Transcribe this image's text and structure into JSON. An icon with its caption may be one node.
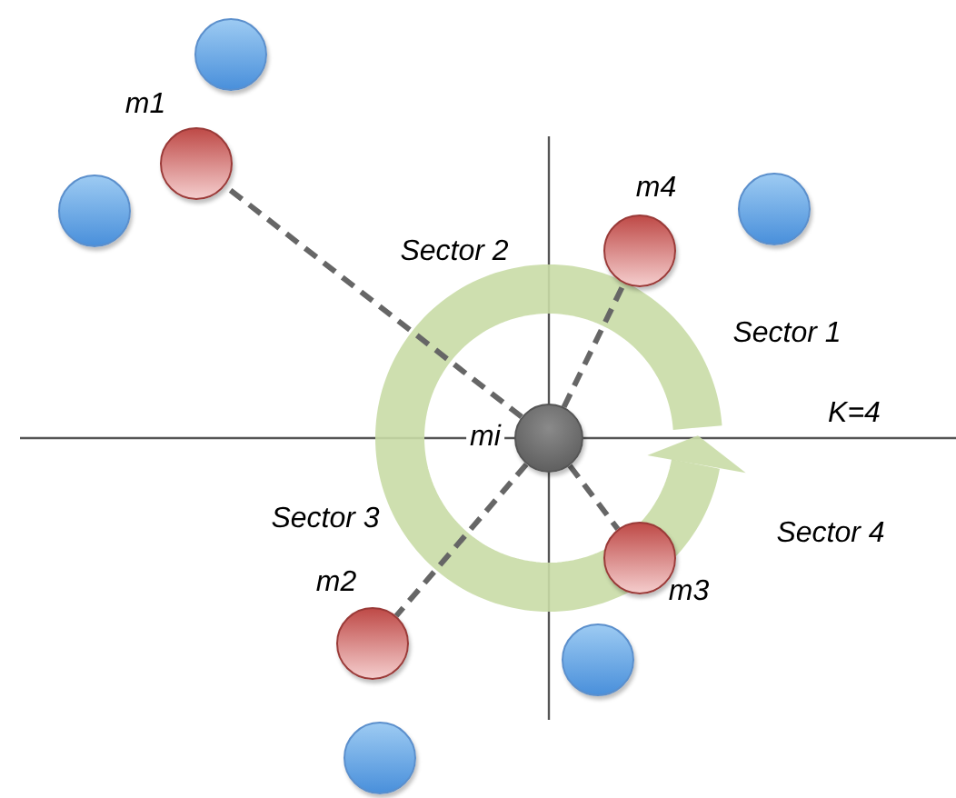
{
  "diagram": {
    "nodes": [
      {
        "text": [],
        "shape": "circle"
      },
      {
        "text": [],
        "shape": "circle",
        "beside": [
          "m1"
        ]
      },
      {
        "text": [],
        "shape": "circle"
      },
      {
        "text": [],
        "shape": "circle"
      },
      {
        "text": [],
        "shape": "circle",
        "beside": [
          "m4"
        ]
      },
      {
        "text": [],
        "shape": "circle",
        "beside": [
          "mi"
        ]
      },
      {
        "text": [],
        "shape": "circle",
        "beside": [
          "m3"
        ]
      },
      {
        "text": [],
        "shape": "circle",
        "beside": [
          "m2"
        ]
      },
      {
        "text": [],
        "shape": "circle"
      },
      {
        "text": [],
        "shape": "circle"
      }
    ],
    "edges": [
      {
        "from": 5,
        "to": 1,
        "arrow": "none",
        "style": "dashed"
      },
      {
        "from": 5,
        "to": 4,
        "arrow": "none",
        "style": "dashed"
      },
      {
        "from": 5,
        "to": 6,
        "arrow": "none",
        "style": "dashed"
      },
      {
        "from": 5,
        "to": 7,
        "arrow": "none",
        "style": "dashed"
      }
    ],
    "labels": [
      "Sector 2",
      "Sector 1",
      "K=4",
      "Sector 3",
      "Sector 4"
    ]
  }
}
